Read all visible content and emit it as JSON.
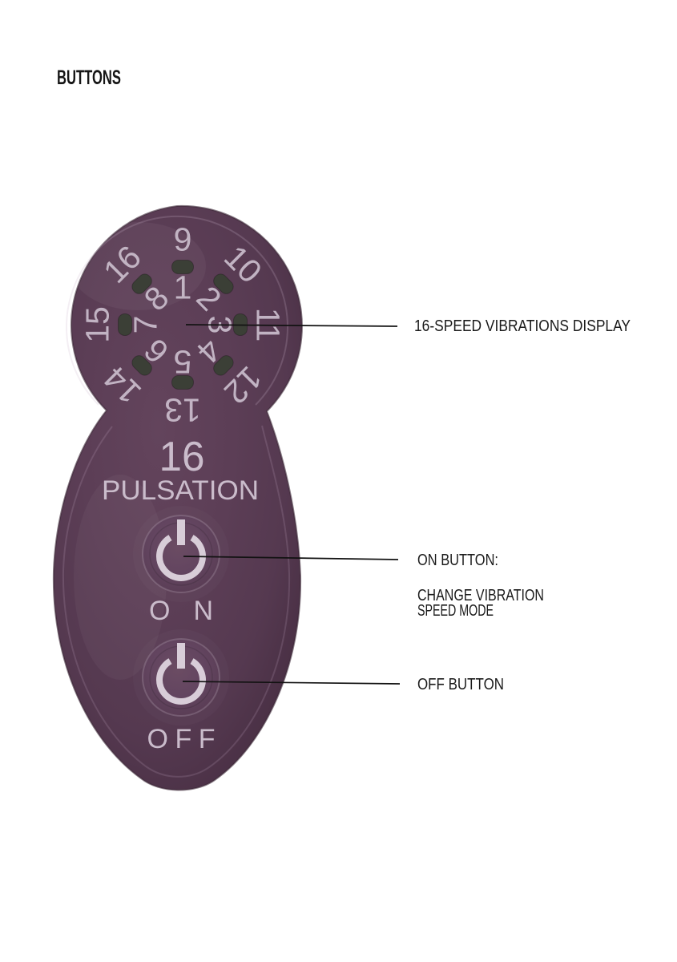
{
  "page": {
    "title": "BUTTONS",
    "background_color": "#ffffff"
  },
  "device": {
    "kind": "remote-control",
    "body_color": "#5b3d55",
    "engraving_color": "#cabccb",
    "led_color": "#3b3f36",
    "display": {
      "inner_numbers": [
        "1",
        "2",
        "3",
        "4",
        "5",
        "6",
        "7",
        "8"
      ],
      "outer_numbers": [
        "9",
        "10",
        "11",
        "12",
        "13",
        "14",
        "15",
        "16"
      ],
      "led_count": 8
    },
    "mode_count": "16",
    "mode_name": "PULSATION",
    "on_button": {
      "label": "ON",
      "icon": "power-icon"
    },
    "off_button": {
      "label": "OFF",
      "icon": "power-icon"
    }
  },
  "callouts": {
    "display_label": "16-SPEED VIBRATIONS DISPLAY",
    "on_title": "ON BUTTON:",
    "on_desc_line1": "CHANGE VIBRATION",
    "on_desc_line2": "SPEED MODE",
    "off_title": "OFF BUTTON"
  }
}
